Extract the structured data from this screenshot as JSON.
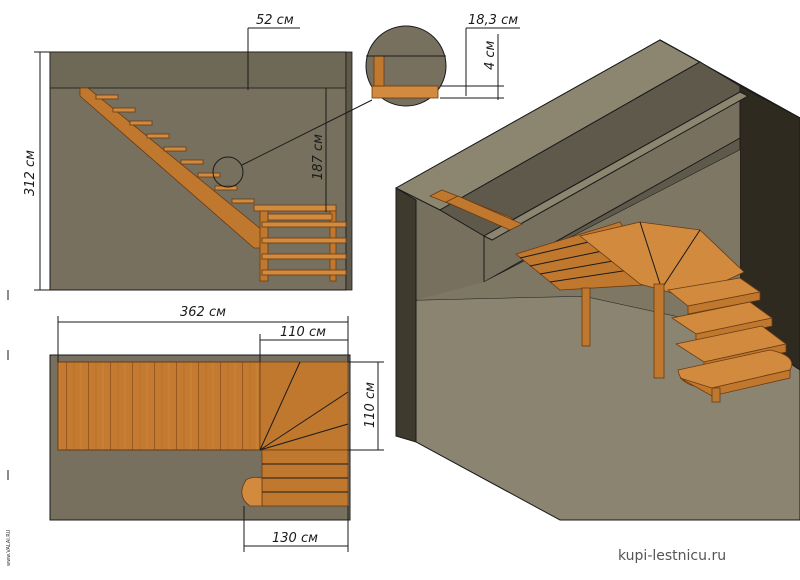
{
  "colors": {
    "wall": "#77705f",
    "wall_dark": "#3f3a2e",
    "wall_mid": "#5f594b",
    "floor": "#8a8470",
    "wood": "#c0782f",
    "wood_light": "#d89a52",
    "line": "#1a1a1a"
  },
  "dimensions": {
    "top_width": "52 см",
    "detail_width": "18,3 см",
    "detail_height": "4 см",
    "total_height": "312 см",
    "flight_height": "187 см",
    "plan_length": "362 см",
    "landing_width": "110 см",
    "landing_depth": "110 см",
    "bottom_width": "130 см"
  },
  "watermark": "kupi-lestnicu.ru",
  "side_credit": "www.VALAI.RU"
}
